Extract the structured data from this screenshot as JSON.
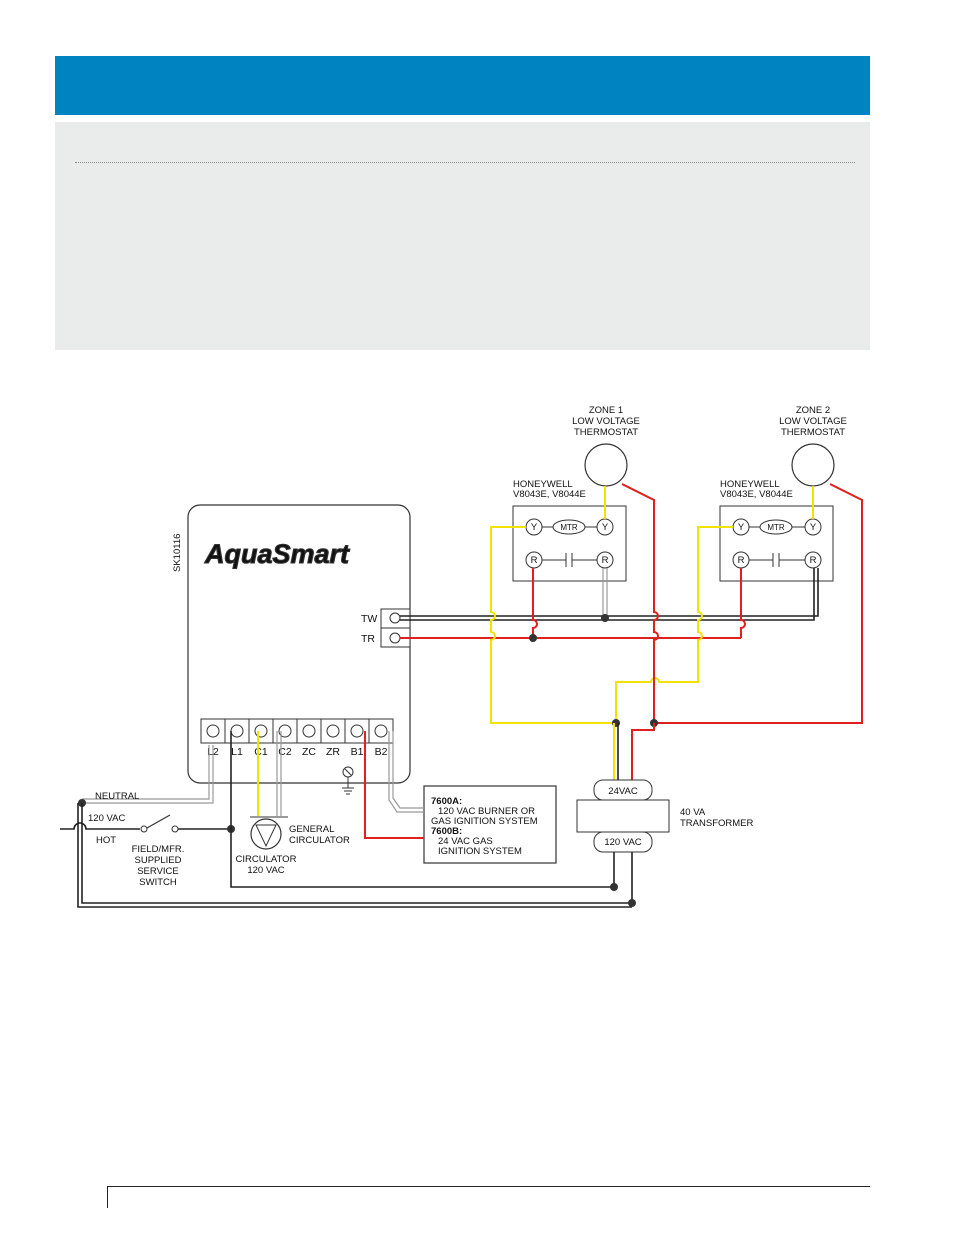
{
  "diagram": {
    "sheet_code": "SK10116",
    "brand_logo": "AquaSmart",
    "tw_label": "TW",
    "tr_label": "TR",
    "terminals": [
      "L2",
      "L1",
      "C1",
      "C2",
      "ZC",
      "ZR",
      "B1",
      "B2"
    ],
    "zone1": {
      "title1": "ZONE 1",
      "title2": "LOW VOLTAGE",
      "title3": "THERMOSTAT"
    },
    "zone2": {
      "title1": "ZONE 2",
      "title2": "LOW VOLTAGE",
      "title3": "THERMOSTAT"
    },
    "valve1": {
      "brand": "HONEYWELL",
      "model": "V8043E, V8044E",
      "y": "Y",
      "mtr": "MTR",
      "r": "R"
    },
    "valve2": {
      "brand": "HONEYWELL",
      "model": "V8043E, V8044E",
      "y": "Y",
      "mtr": "MTR",
      "r": "R"
    },
    "neutral": "NEUTRAL",
    "vac120": "120 VAC",
    "hot": "HOT",
    "switch_label": [
      "FIELD/MFR.",
      "SUPPLIED",
      "SERVICE",
      "SWITCH"
    ],
    "circulator_label": [
      "CIRCULATOR",
      "120 VAC"
    ],
    "general_circulator": [
      "GENERAL",
      "CIRCULATOR"
    ],
    "box_7600a_title": "7600A:",
    "box_7600a_lines": [
      "120 VAC BURNER OR",
      "GAS IGNITION SYSTEM"
    ],
    "box_7600b_title": "7600B:",
    "box_7600b_lines": [
      "24 VAC GAS",
      "IGNITION SYSTEM"
    ],
    "transformer_top": "24VAC",
    "transformer_bottom": "120 VAC",
    "transformer_label": [
      "40 VA",
      "TRANSFORMER"
    ]
  },
  "colors": {
    "header": "#0083c1",
    "grey_box": "#eaebeb",
    "red_wire": "#e0201f",
    "yellow_wire": "#f2e200"
  }
}
